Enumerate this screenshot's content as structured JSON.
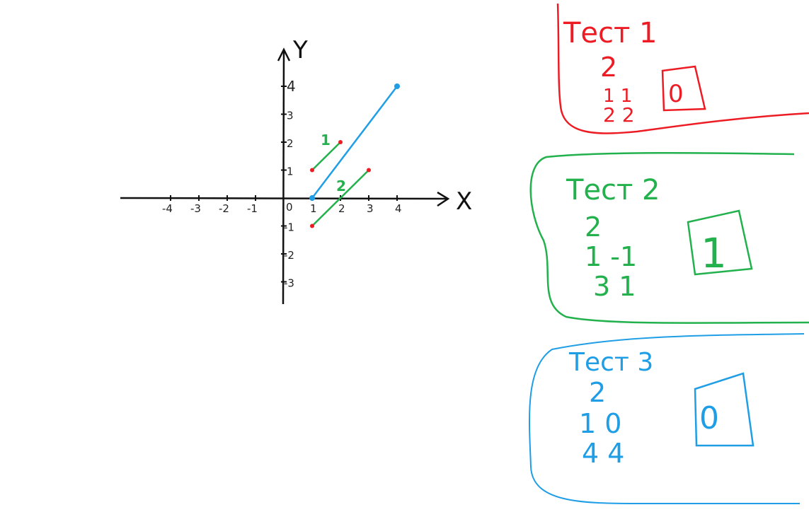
{
  "plot": {
    "x_axis_label": "X",
    "y_axis_label": "Y",
    "origin_label": "0",
    "x_ticks": [
      -4,
      -3,
      -2,
      -1,
      1,
      2,
      3,
      4
    ],
    "x_tick_labels": [
      "-4",
      "-3",
      "-2",
      "-1",
      "1",
      "2",
      "3",
      "4"
    ],
    "y_ticks": [
      4,
      3,
      2,
      1,
      -1,
      -2,
      -3
    ],
    "y_tick_labels": [
      "4",
      "3",
      "2",
      "1",
      "-1",
      "-2",
      "-3"
    ],
    "segments": [
      {
        "label": "1",
        "color": "#22b14c",
        "endpoint_color": "#ed1c24",
        "points": [
          [
            1,
            1
          ],
          [
            2,
            2
          ]
        ]
      },
      {
        "label": "2",
        "color": "#22b14c",
        "endpoint_color": "#ed1c24",
        "points": [
          [
            1,
            -1
          ],
          [
            3,
            1
          ]
        ]
      },
      {
        "label": "",
        "color": "#1f9ee6",
        "endpoint_color": "#1f9ee6",
        "points": [
          [
            1,
            0
          ],
          [
            4,
            4
          ]
        ]
      }
    ]
  },
  "tests": [
    {
      "title": "Тест 1",
      "lines": [
        "2",
        "1 1",
        "2 2"
      ],
      "answer": "0",
      "color": "#ed1c24"
    },
    {
      "title": "Тест 2",
      "lines": [
        "2",
        "1 -1",
        "3 1"
      ],
      "answer": "1",
      "color": "#22b14c"
    },
    {
      "title": "Тест 3",
      "lines": [
        "2",
        "1 0",
        "4 4"
      ],
      "answer": "0",
      "color": "#1f9ee6"
    }
  ]
}
